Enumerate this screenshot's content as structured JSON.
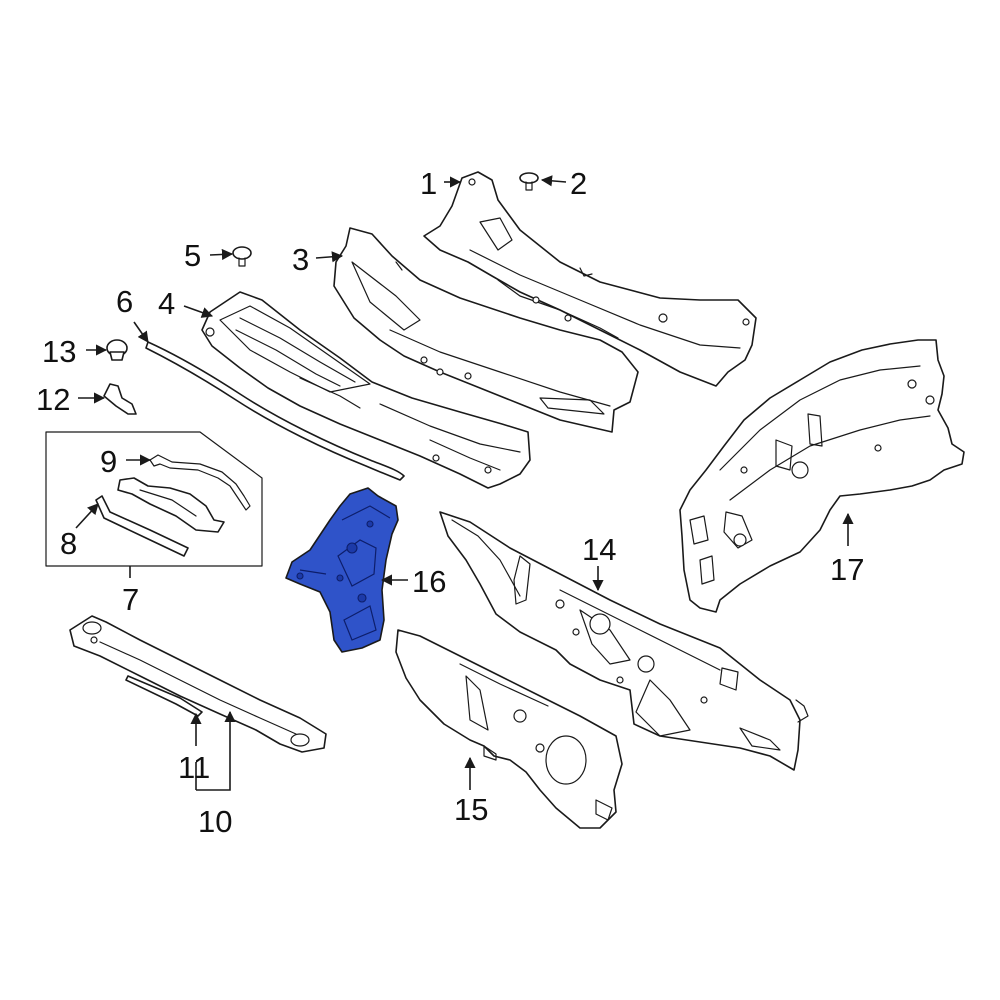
{
  "callouts": {
    "c1": "1",
    "c2": "2",
    "c3": "3",
    "c4": "4",
    "c5": "5",
    "c6": "6",
    "c7": "7",
    "c8": "8",
    "c9": "9",
    "c10": "10",
    "c11": "11",
    "c12": "12",
    "c13": "13",
    "c14": "14",
    "c15": "15",
    "c16": "16",
    "c17": "17"
  },
  "highlighted_part": "16",
  "colors": {
    "highlight": "#2f53c9",
    "line": "#1a1a1a",
    "background": "#ffffff"
  }
}
